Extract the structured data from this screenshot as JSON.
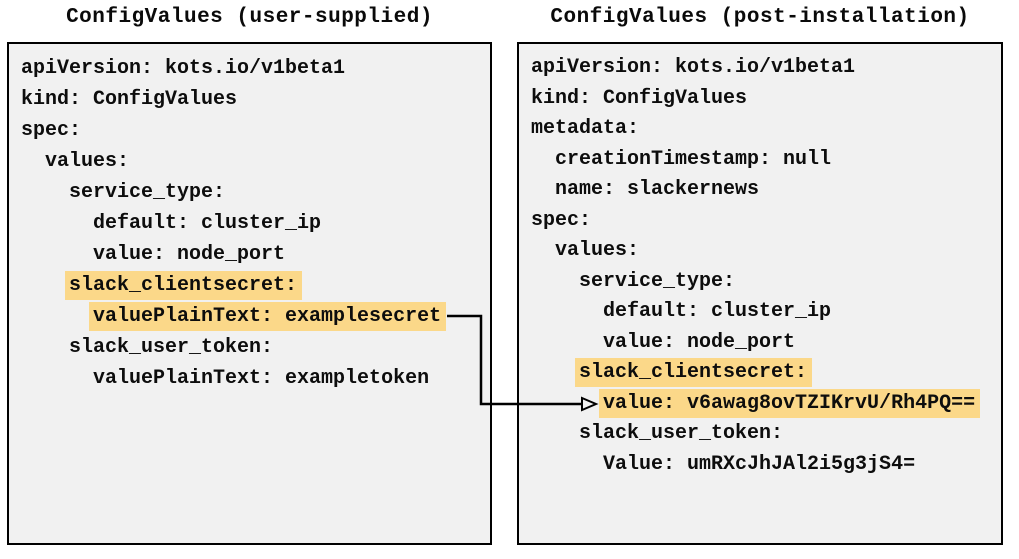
{
  "colors": {
    "highlight": "#FBD889",
    "box_background": "#F1F1F1",
    "box_border": "#000000",
    "text": "#0D0D0D",
    "page_background": "#FFFFFF"
  },
  "left_panel": {
    "title": "ConfigValues (user-supplied)",
    "lines": [
      {
        "prefix": "",
        "text": "apiVersion: kots.io/v1beta1",
        "highlight": false
      },
      {
        "prefix": "",
        "text": "kind: ConfigValues",
        "highlight": false
      },
      {
        "prefix": "",
        "text": "spec:",
        "highlight": false
      },
      {
        "prefix": "  ",
        "text": "values:",
        "highlight": false
      },
      {
        "prefix": "    ",
        "text": "service_type:",
        "highlight": false
      },
      {
        "prefix": "      ",
        "text": "default: cluster_ip",
        "highlight": false
      },
      {
        "prefix": "      ",
        "text": "value: node_port",
        "highlight": false
      },
      {
        "prefix": "    ",
        "text": "slack_clientsecret:",
        "highlight": true
      },
      {
        "prefix": "      ",
        "text": "valuePlainText: examplesecret",
        "highlight": true
      },
      {
        "prefix": "    ",
        "text": "slack_user_token:",
        "highlight": false
      },
      {
        "prefix": "      ",
        "text": "valuePlainText: exampletoken",
        "highlight": false
      }
    ]
  },
  "right_panel": {
    "title": "ConfigValues (post-installation)",
    "lines": [
      {
        "prefix": "",
        "text": "apiVersion: kots.io/v1beta1",
        "highlight": false
      },
      {
        "prefix": "",
        "text": "kind: ConfigValues",
        "highlight": false
      },
      {
        "prefix": "",
        "text": "metadata:",
        "highlight": false
      },
      {
        "prefix": "  ",
        "text": "creationTimestamp: null",
        "highlight": false
      },
      {
        "prefix": "  ",
        "text": "name: slackernews",
        "highlight": false
      },
      {
        "prefix": "",
        "text": "spec:",
        "highlight": false
      },
      {
        "prefix": "  ",
        "text": "values:",
        "highlight": false
      },
      {
        "prefix": "    ",
        "text": "service_type:",
        "highlight": false
      },
      {
        "prefix": "      ",
        "text": "default: cluster_ip",
        "highlight": false
      },
      {
        "prefix": "      ",
        "text": "value: node_port",
        "highlight": false
      },
      {
        "prefix": "    ",
        "text": "slack_clientsecret:",
        "highlight": true
      },
      {
        "prefix": "      ",
        "text": "value: v6awag8ovTZIKrvU/Rh4PQ==",
        "highlight": true
      },
      {
        "prefix": "    ",
        "text": "slack_user_token:",
        "highlight": false
      },
      {
        "prefix": "      ",
        "text": "Value: umRXcJhJAl2i5g3jS4=",
        "highlight": false
      }
    ]
  },
  "arrow": {
    "from_text": "valuePlainText: examplesecret",
    "to_text": "value: v6awag8ovTZIKrvU/Rh4PQ=="
  }
}
